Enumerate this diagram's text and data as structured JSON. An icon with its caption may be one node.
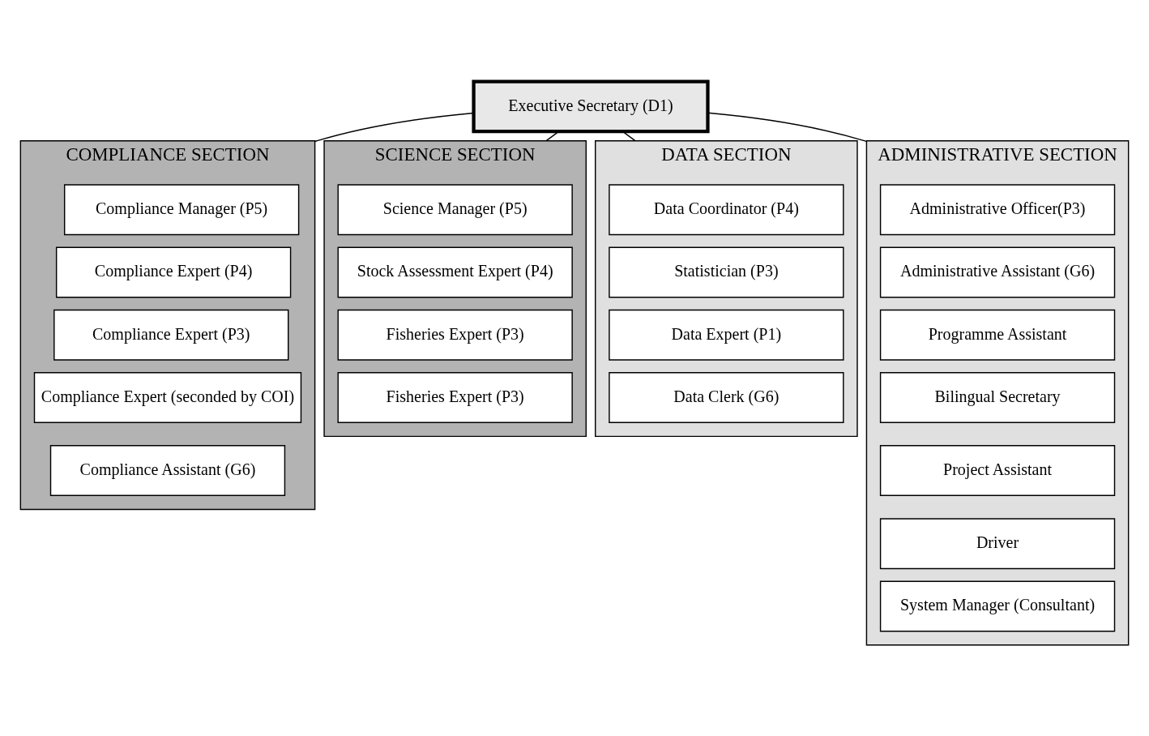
{
  "diagram": {
    "nodes": [
      {
        "text": [
          "Executive Secretary (D1)"
        ]
      },
      {
        "text": [
          "COMPLIANCE SECTION"
        ]
      },
      {
        "text": [
          "Compliance Manager (P5)"
        ],
        "in": 1
      },
      {
        "text": [
          "Compliance Expert (P4)"
        ],
        "in": 1
      },
      {
        "text": [
          "Compliance Expert (P3)"
        ],
        "in": 1
      },
      {
        "text": [
          "Compliance Expert (seconded by COI)"
        ],
        "in": 1
      },
      {
        "text": [
          "Compliance Assistant (G6)"
        ],
        "in": 1
      },
      {
        "text": [
          "SCIENCE SECTION"
        ]
      },
      {
        "text": [
          "Science Manager (P5)"
        ],
        "in": 7
      },
      {
        "text": [
          "Stock Assessment Expert (P4)"
        ],
        "in": 7
      },
      {
        "text": [
          "Fisheries Expert (P3)"
        ],
        "in": 7
      },
      {
        "text": [
          "Fisheries Expert (P3)"
        ],
        "in": 7
      },
      {
        "text": [
          "DATA SECTION"
        ]
      },
      {
        "text": [
          "Data Coordinator (P4)"
        ],
        "in": 12
      },
      {
        "text": [
          "Statistician (P3)"
        ],
        "in": 12
      },
      {
        "text": [
          "Data Expert (P1)"
        ],
        "in": 12
      },
      {
        "text": [
          "Data Clerk (G6)"
        ],
        "in": 12
      },
      {
        "text": [
          "ADMINISTRATIVE SECTION"
        ]
      },
      {
        "text": [
          "Administrative Officer(P3)"
        ],
        "in": 17
      },
      {
        "text": [
          "Administrative Assistant (G6)"
        ],
        "in": 17
      },
      {
        "text": [
          "Programme Assistant"
        ],
        "in": 17
      },
      {
        "text": [
          "Bilingual Secretary"
        ],
        "in": 17
      },
      {
        "text": [
          "Project Assistant"
        ],
        "in": 17
      },
      {
        "text": [
          "Driver"
        ],
        "in": 17
      },
      {
        "text": [
          "System Manager (Consultant)"
        ],
        "in": 17
      }
    ],
    "edges": [
      {
        "from": 0,
        "to": 1,
        "arrow": "none"
      },
      {
        "from": 0,
        "to": 7,
        "arrow": "none"
      },
      {
        "from": 0,
        "to": 12,
        "arrow": "none"
      },
      {
        "from": 0,
        "to": 17,
        "arrow": "none"
      }
    ]
  }
}
